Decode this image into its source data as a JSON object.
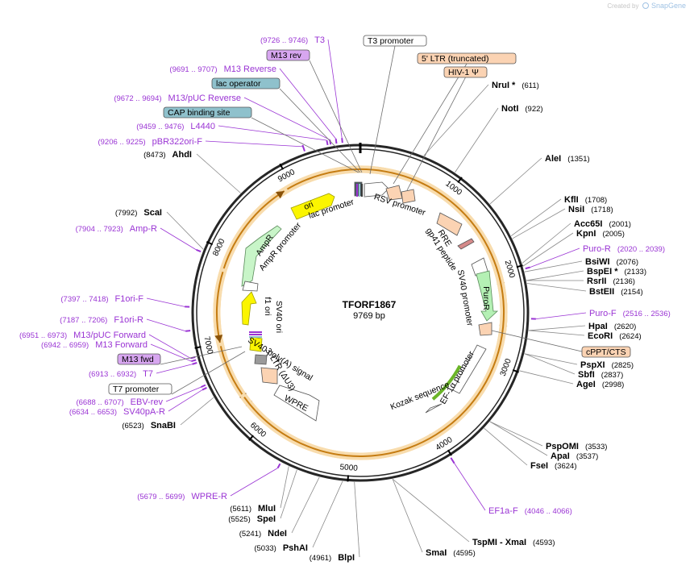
{
  "credit": {
    "prefix": "Created by",
    "brand": "SnapGene"
  },
  "plasmid": {
    "name": "TFORF1867",
    "size_label": "9769 bp"
  },
  "ticks": [
    "1000",
    "2000",
    "3000",
    "4000",
    "5000",
    "6000",
    "7000",
    "8000",
    "9000"
  ],
  "enzymes": [
    {
      "name": "NruI",
      "star": true,
      "pos": "(611)"
    },
    {
      "name": "NotI",
      "pos": "(922)"
    },
    {
      "name": "AleI",
      "pos": "(1351)"
    },
    {
      "name": "KflI",
      "pos": "(1708)"
    },
    {
      "name": "NsiI",
      "pos": "(1718)"
    },
    {
      "name": "Acc65I",
      "pos": "(2001)"
    },
    {
      "name": "KpnI",
      "pos": "(2005)"
    },
    {
      "name": "BsiWI",
      "pos": "(2076)"
    },
    {
      "name": "BspEI",
      "star": true,
      "pos": "(2133)"
    },
    {
      "name": "RsrII",
      "pos": "(2136)"
    },
    {
      "name": "BstEII",
      "pos": "(2154)"
    },
    {
      "name": "HpaI",
      "pos": "(2620)"
    },
    {
      "name": "EcoRI",
      "pos": "(2624)"
    },
    {
      "name": "PspXI",
      "pos": "(2825)"
    },
    {
      "name": "SbfI",
      "pos": "(2837)"
    },
    {
      "name": "AgeI",
      "pos": "(2998)"
    },
    {
      "name": "PspOMI",
      "pos": "(3533)"
    },
    {
      "name": "ApaI",
      "pos": "(3537)"
    },
    {
      "name": "FseI",
      "pos": "(3624)"
    },
    {
      "name": "TspMI  - XmaI",
      "pos": "(4593)"
    },
    {
      "name": "SmaI",
      "pos": "(4595)"
    },
    {
      "name": "BlpI",
      "pos": "(4961)"
    },
    {
      "name": "PshAI",
      "pos": "(5033)"
    },
    {
      "name": "NdeI",
      "pos": "(5241)"
    },
    {
      "name": "SpeI",
      "pos": "(5525)"
    },
    {
      "name": "MluI",
      "pos": "(5611)"
    },
    {
      "name": "SnaBI",
      "pos": "(6523)"
    },
    {
      "name": "ScaI",
      "pos": "(7992)"
    },
    {
      "name": "AhdI",
      "pos": "(8473)"
    }
  ],
  "primers": [
    {
      "name": "T3",
      "range": "(9726 .. 9746)"
    },
    {
      "name": "M13 Reverse",
      "range": "(9691 .. 9707)"
    },
    {
      "name": "M13/pUC Reverse",
      "range": "(9672 .. 9694)"
    },
    {
      "name": "L4440",
      "range": "(9459 .. 9476)"
    },
    {
      "name": "pBR322ori-F",
      "range": "(9206 .. 9225)"
    },
    {
      "name": "Puro-R",
      "range": "(2020 .. 2039)"
    },
    {
      "name": "Puro-F",
      "range": "(2516 .. 2536)"
    },
    {
      "name": "EF1a-F",
      "range": "(4046 .. 4066)"
    },
    {
      "name": "WPRE-R",
      "range": "(5679 .. 5699)"
    },
    {
      "name": "SV40pA-R",
      "range": "(6634 .. 6653)"
    },
    {
      "name": "EBV-rev",
      "range": "(6688 .. 6707)"
    },
    {
      "name": "T7",
      "range": "(6913 .. 6932)"
    },
    {
      "name": "M13 Forward",
      "range": "(6942 .. 6959)"
    },
    {
      "name": "M13/pUC Forward",
      "range": "(6951 .. 6973)"
    },
    {
      "name": "F1ori-R",
      "range": "(7187 .. 7206)"
    },
    {
      "name": "F1ori-F",
      "range": "(7397 .. 7418)"
    },
    {
      "name": "Amp-R",
      "range": "(7904 .. 7923)"
    }
  ],
  "boxed_labels": [
    {
      "text": "T3 promoter",
      "kind": "promoter"
    },
    {
      "text": "M13 rev",
      "kind": "primer-bind"
    },
    {
      "text": "lac operator",
      "kind": "protein-bind"
    },
    {
      "text": "CAP binding site",
      "kind": "protein-bind"
    },
    {
      "text": "5' LTR (truncated)",
      "kind": "ltr"
    },
    {
      "text": "HIV-1 Ψ",
      "kind": "ltr"
    },
    {
      "text": "cPPT/CTS",
      "kind": "ltr"
    },
    {
      "text": "M13 fwd",
      "kind": "primer-bind"
    },
    {
      "text": "T7 promoter",
      "kind": "promoter"
    }
  ],
  "inner_labels": [
    "RSV promoter",
    "lac promoter",
    "ori",
    "RRE",
    "gp41 peptide",
    "SV40 promoter",
    "PuroR",
    "EF-1α promoter",
    "Kozak sequence",
    "WPRE",
    "3' LTR (ΔU3)",
    "SV40 poly(A) signal",
    "SV40 ori",
    "f1 ori",
    "AmpR promoter",
    "AmpR"
  ],
  "colors": {
    "primer": "#9a34d4",
    "enzyme": "#000000",
    "ring": "#262626",
    "orf": "#f3a53a",
    "ori": "#fbf500",
    "ampr": "#c8f5c8",
    "ltr": "#fbd3b3",
    "promoter": "#ffffff",
    "protein_bind": "#8fc1cc",
    "primer_bind": "#d7a6f0",
    "ef1a": "#6bb528"
  }
}
